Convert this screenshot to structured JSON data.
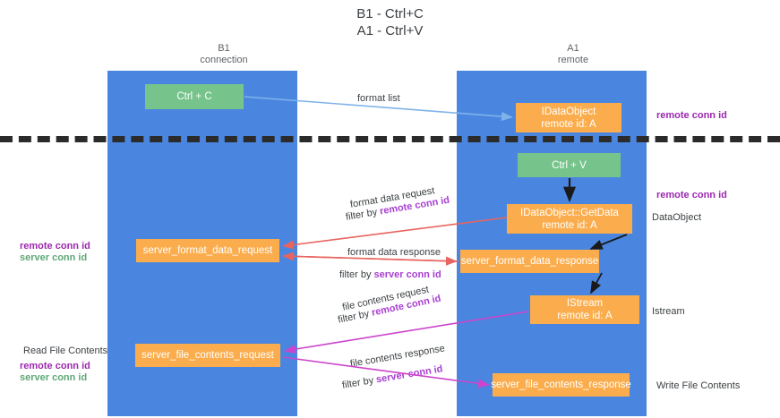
{
  "title": {
    "line1": "B1 - Ctrl+C",
    "line2": "A1 - Ctrl+V"
  },
  "columns": {
    "left": {
      "name": "B1",
      "role": "connection"
    },
    "right": {
      "name": "A1",
      "role": "remote"
    }
  },
  "nodes": {
    "ctrl_c": {
      "label": "Ctrl + C",
      "color": "#76c48b"
    },
    "data_object": {
      "line1": "IDataObject",
      "line2": "remote id: A",
      "color": "#fbad4d"
    },
    "ctrl_v": {
      "label": "Ctrl + V",
      "color": "#76c48b"
    },
    "get_data": {
      "line1": "IDataObject::GetData",
      "line2": "remote id: A",
      "color": "#fbad4d"
    },
    "server_format_data_request": {
      "label": "server_format_data_request",
      "color": "#fbad4d"
    },
    "server_format_data_response": {
      "label": "server_format_data_response",
      "color": "#fbad4d"
    },
    "istream": {
      "line1": "IStream",
      "line2": "remote id: A",
      "color": "#fbad4d"
    },
    "server_file_contents_request": {
      "label": "server_file_contents_request",
      "color": "#fbad4d"
    },
    "server_file_contents_response": {
      "label": "server_file_contents_response",
      "color": "#fbad4d"
    }
  },
  "edge_labels": {
    "format_list": "format list",
    "format_data_request": "format data request",
    "format_data_request_filter_prefix": "filter by ",
    "format_data_request_filter_key": "remote conn id",
    "format_data_response": "format data response",
    "format_data_response_filter_prefix": "filter by ",
    "format_data_response_filter_key": "server conn id",
    "file_contents_request": "file contents request",
    "file_contents_request_filter_prefix": "filter by ",
    "file_contents_request_filter_key": "remote conn id",
    "file_contents_response": "file contents response",
    "file_contents_response_filter_prefix": "filter by ",
    "file_contents_response_filter_key": "server conn id"
  },
  "side_labels": {
    "right_remote_conn_id_top": "remote conn id",
    "right_remote_conn_id_mid": "remote conn id",
    "data_object": "DataObject",
    "istream": "Istream",
    "write_file_contents": "Write File Contents",
    "left_remote_conn_id": "remote conn id",
    "left_server_conn_id": "server conn id",
    "read_file_contents": "Read File Contents",
    "left_remote_conn_id_2": "remote conn id",
    "left_server_conn_id_2": "server conn id"
  },
  "colors": {
    "lane": "#4a86e0",
    "green_node": "#76c48b",
    "orange_node": "#fbad4d",
    "divider": "#2b2b2b",
    "arrow_blue": "#7fb3e8",
    "arrow_red": "#e8645f",
    "arrow_magenta": "#cc44cc",
    "arrow_black": "#1a1a1a",
    "key_purple": "#a83fd1",
    "key_green": "#5fa777"
  }
}
